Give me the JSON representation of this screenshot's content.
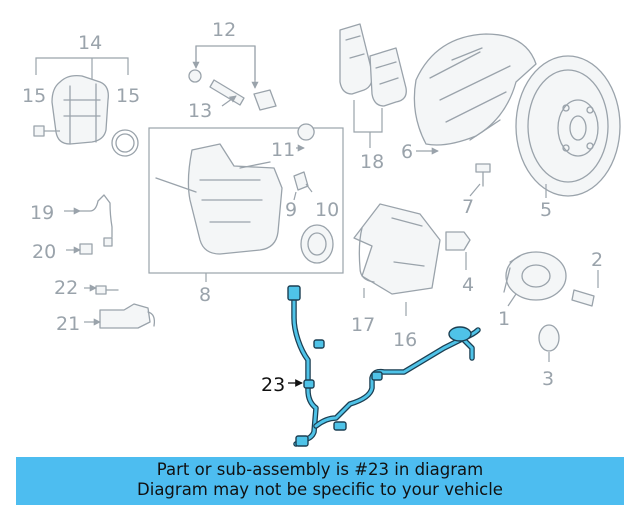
{
  "callouts": {
    "c1": "1",
    "c2": "2",
    "c3": "3",
    "c4": "4",
    "c5": "5",
    "c6": "6",
    "c7": "7",
    "c8": "8",
    "c9": "9",
    "c10": "10",
    "c11": "11",
    "c12": "12",
    "c13": "13",
    "c14": "14",
    "c15a": "15",
    "c15b": "15",
    "c16": "16",
    "c17": "17",
    "c18": "18",
    "c19": "19",
    "c20": "20",
    "c21": "21",
    "c22": "22",
    "c23": "23"
  },
  "highlighted_part": "23",
  "colors": {
    "highlight": "#4fc3e8",
    "banner": "#4dbdf0",
    "parts": "#9aa3ab"
  },
  "banner": {
    "line1": "Part or sub-assembly is #23 in diagram",
    "line2": "Diagram may not be specific to your vehicle"
  }
}
